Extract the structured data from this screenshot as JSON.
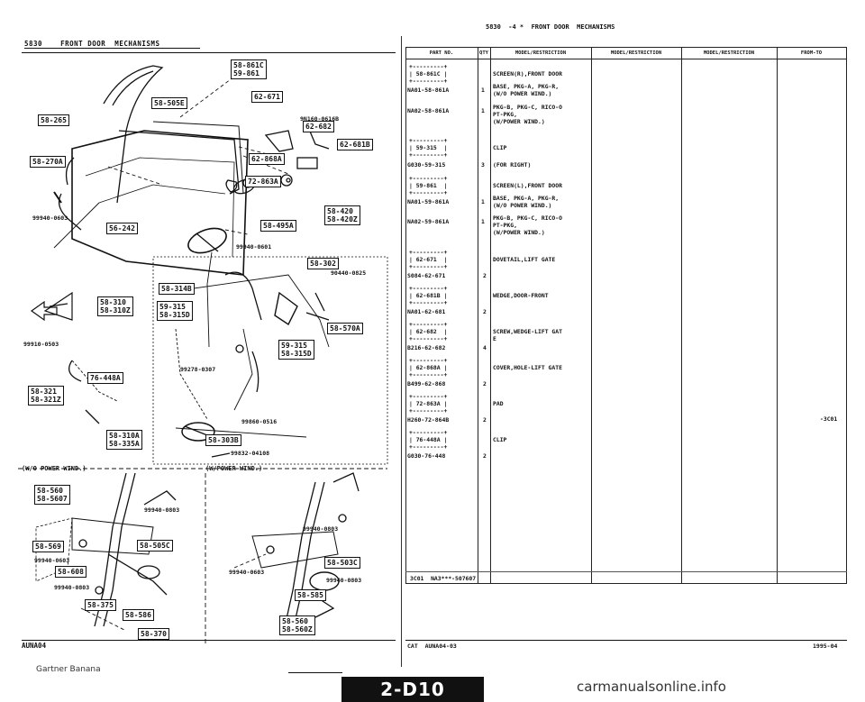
{
  "left_page": {
    "section_title": "5830    FRONT DOOR  MECHANISMS",
    "footer_code": "AUNA04",
    "sub_labels": [
      "(W/O POWER WIND.)",
      "(W/POWER WIND.)"
    ],
    "callouts": [
      "58-861C\n59-861",
      "58-505E",
      "62-671",
      "62-682",
      "62-681B",
      "62-868A",
      "72-863A",
      "58-265",
      "58-270A",
      "58-420\n58-420Z",
      "58-495A",
      "56-242",
      "58-302",
      "58-314B",
      "58-310\n58-310Z",
      "59-315\n58-315D",
      "58-570A",
      "59-315\n58-315D",
      "76-448A",
      "58-321\n58-321Z",
      "58-310A\n58-335A",
      "58-303B",
      "58-560\n58-5607",
      "58-569",
      "58-505C",
      "58-608",
      "58-375",
      "58-586",
      "58-370",
      "58-503C",
      "58-585",
      "58-560\n58-560Z"
    ],
    "part_labels": [
      "9N160-0616B",
      "99940-0603",
      "99940-0601",
      "90440-0825",
      "99910-0503",
      "99278-0307",
      "99860-0516",
      "99832-04108",
      "99940-0803",
      "99940-0603",
      "99940-0803",
      "99940-0803",
      "99940-0603",
      "99940-0803"
    ]
  },
  "right_page": {
    "header": "5830  -4 *  FRONT DOOR  MECHANISMS",
    "columns": [
      "PART NO.",
      "QTY",
      "MODEL/RESTRICTION",
      "MODEL/RESTRICTION",
      "MODEL/RESTRICTION",
      "FROM-TO"
    ],
    "rows": [
      {
        "part": "+---------+\n| 58-861C |\n+---------+",
        "qty": "",
        "desc": "SCREEN(R),FRONT DOOR"
      },
      {
        "part": "NA01-58-861A",
        "qty": "1",
        "desc": "BASE, PKG-A, PKG-R,\n(W/O POWER WIND.)"
      },
      {
        "part": "NA02-58-861A",
        "qty": "1",
        "desc": "PKG-B, PKG-C, RICO-O\nPT-PKG,\n(W/POWER WIND.)"
      },
      {
        "part": "+---------+\n| 59-315  |\n+---------+",
        "qty": "",
        "desc": "CLIP"
      },
      {
        "part": "G030-59-315",
        "qty": "3",
        "desc": "(FOR RIGHT)"
      },
      {
        "part": "+---------+\n| 59-861  |\n+---------+",
        "qty": "",
        "desc": "SCREEN(L),FRONT DOOR"
      },
      {
        "part": "NA01-59-861A",
        "qty": "1",
        "desc": "BASE, PKG-A, PKG-R,\n(W/O POWER WIND.)"
      },
      {
        "part": "NA02-59-861A",
        "qty": "1",
        "desc": "PKG-B, PKG-C, RICO-O\nPT-PKG,\n(W/POWER WIND.)"
      },
      {
        "part": "+---------+\n| 62-671  |\n+---------+",
        "qty": "",
        "desc": "DOVETAIL,LIFT GATE"
      },
      {
        "part": "S084-62-671",
        "qty": "2",
        "desc": ""
      },
      {
        "part": "+---------+\n| 62-681B |\n+---------+",
        "qty": "",
        "desc": "WEDGE,DOOR-FRONT"
      },
      {
        "part": "NA01-62-681",
        "qty": "2",
        "desc": ""
      },
      {
        "part": "+---------+\n| 62-682  |\n+---------+",
        "qty": "",
        "desc": "SCREW,WEDGE-LIFT GAT\nE"
      },
      {
        "part": "B216-62-682",
        "qty": "4",
        "desc": ""
      },
      {
        "part": "+---------+\n| 62-868A |\n+---------+",
        "qty": "",
        "desc": "COVER,HOLE-LIFT GATE"
      },
      {
        "part": "B499-62-868",
        "qty": "2",
        "desc": ""
      },
      {
        "part": "+---------+\n| 72-863A |\n+---------+",
        "qty": "",
        "desc": "PAD"
      },
      {
        "part": "H260-72-864B",
        "qty": "2",
        "desc": ""
      },
      {
        "part": "+---------+\n| 76-448A |\n+---------+",
        "qty": "",
        "desc": "CLIP"
      },
      {
        "part": "G030-76-448",
        "qty": "2",
        "desc": ""
      }
    ],
    "from_to_note": "-3C01",
    "footnote": "3C01  NA3***-507607",
    "cat_code": "CAT  AUNA04-03",
    "date_code": "1995-04"
  },
  "page_tag": "2-D10",
  "watermark": "carmanualsonline.info",
  "credit": "Gartner Banana"
}
